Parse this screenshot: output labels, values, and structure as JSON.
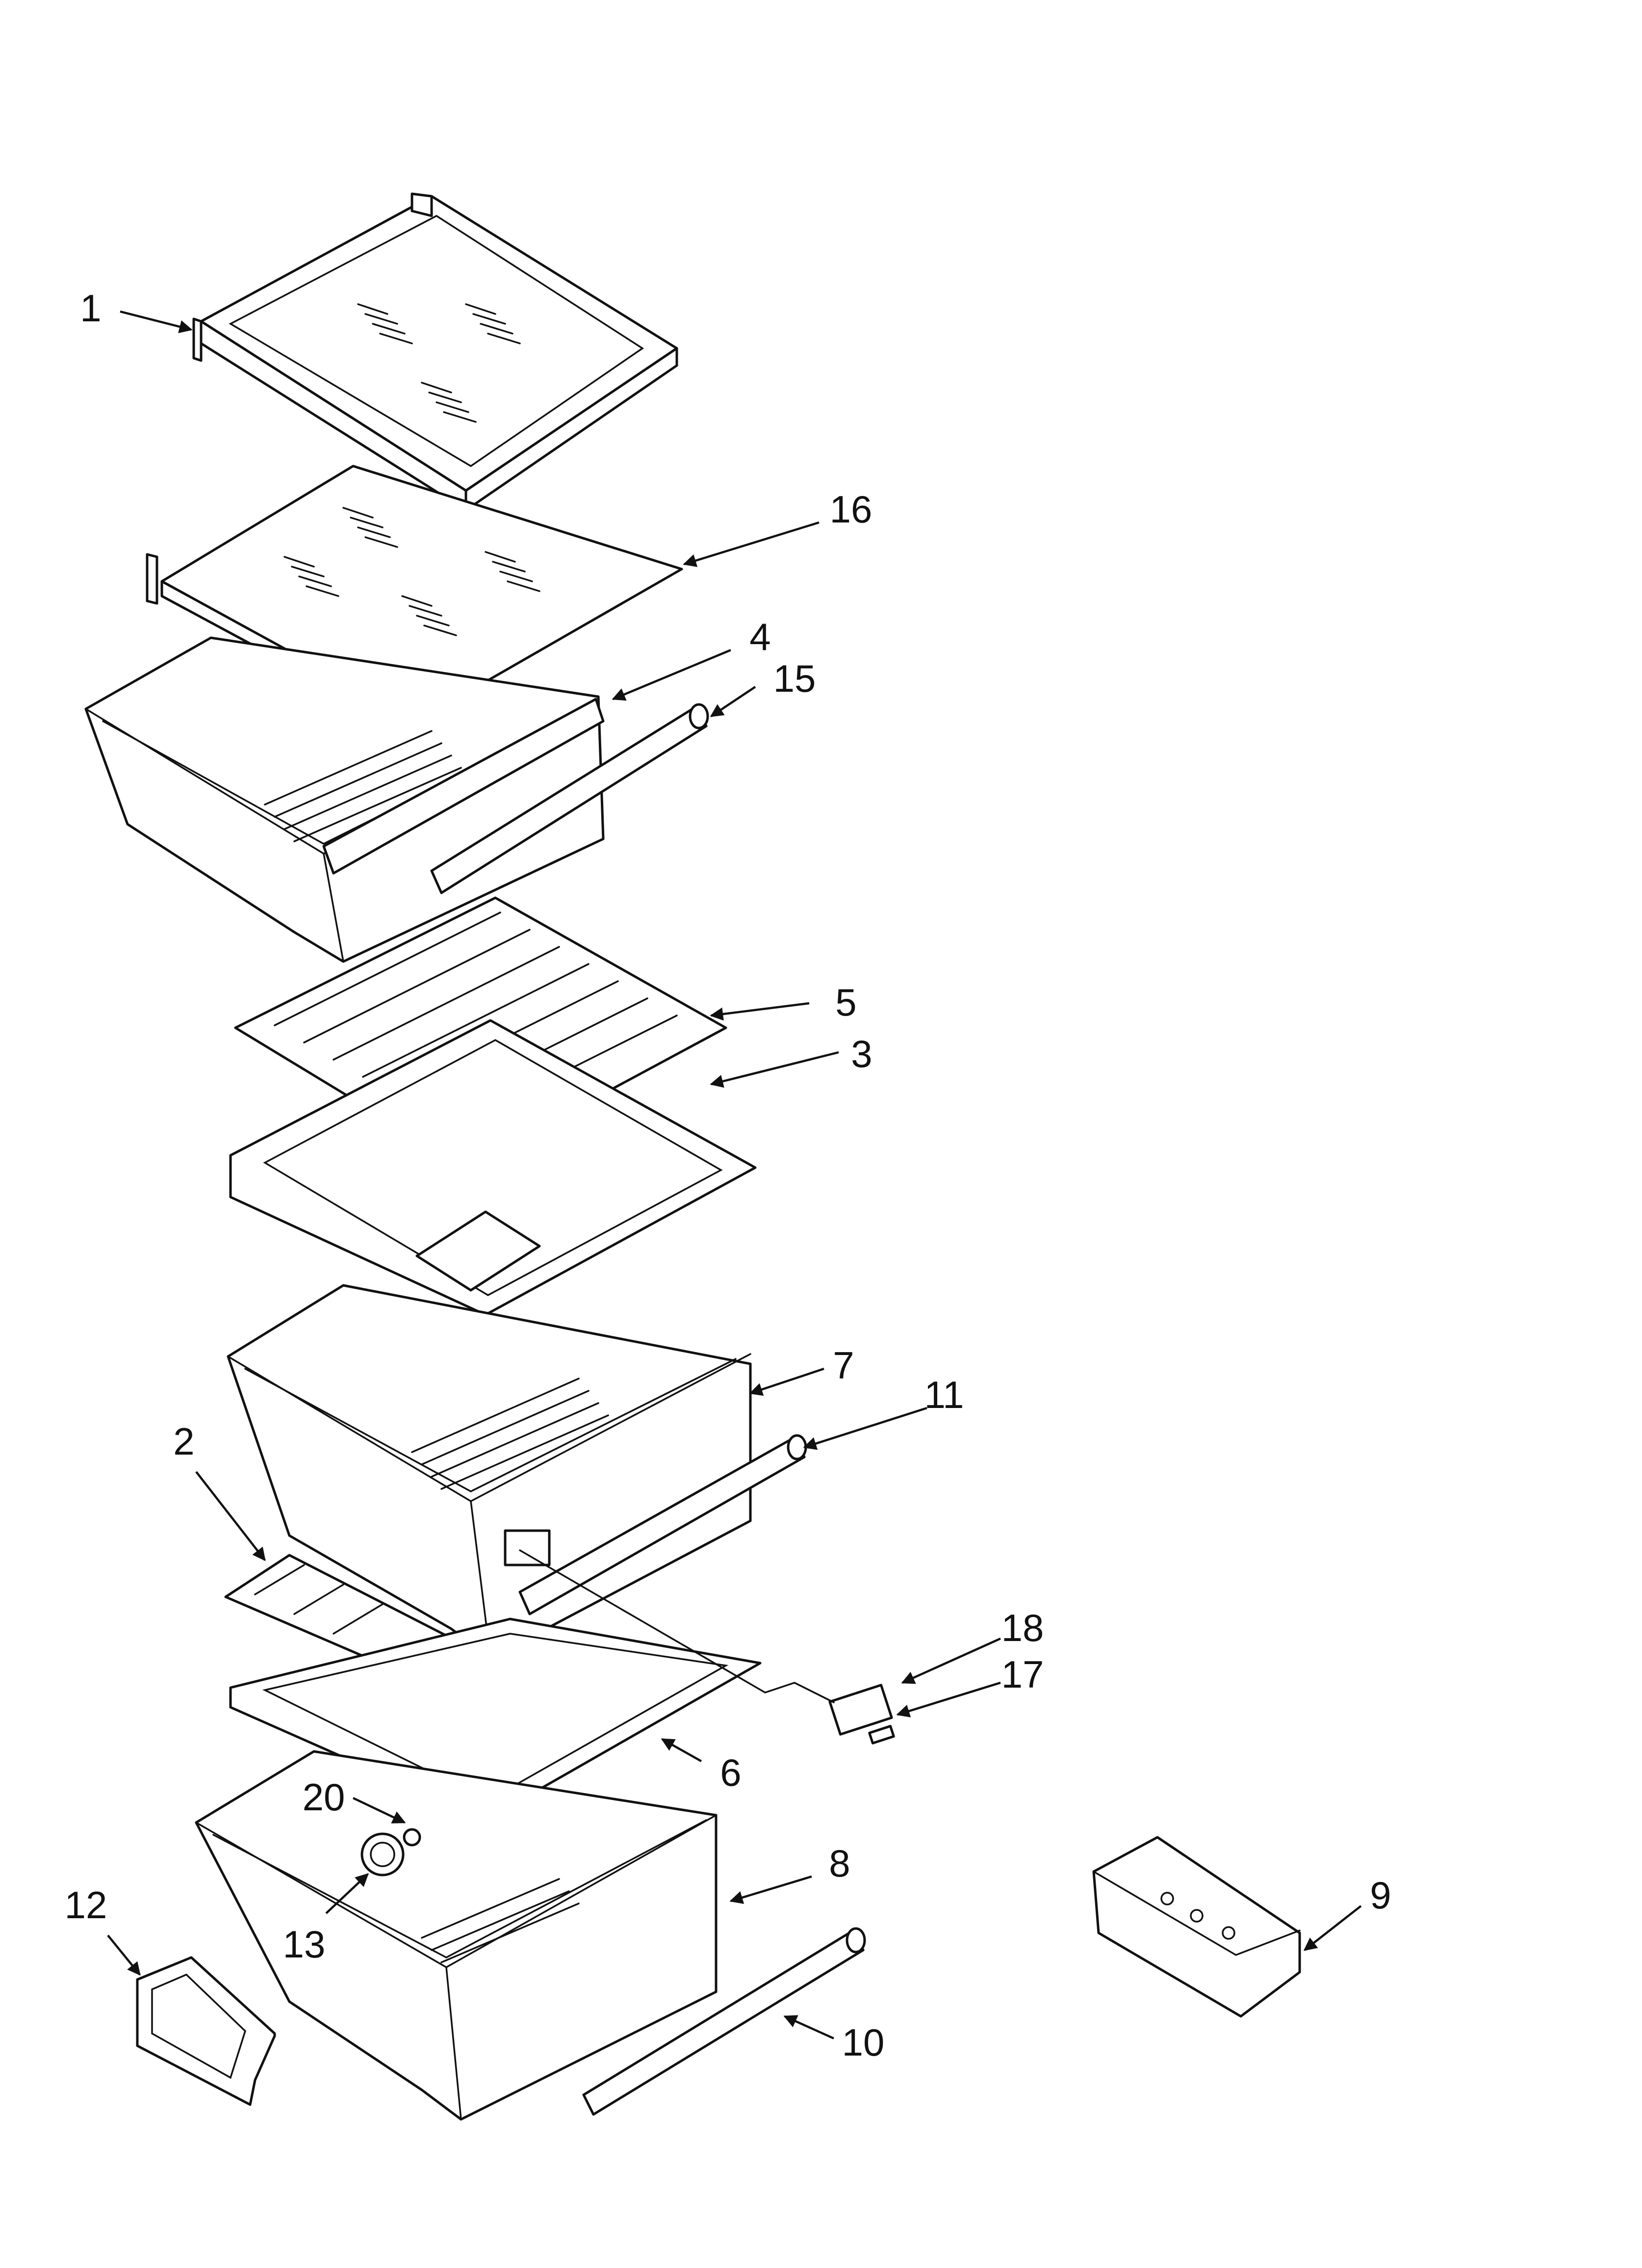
{
  "callouts": {
    "c1": "1",
    "c16": "16",
    "c4": "4",
    "c15": "15",
    "c5": "5",
    "c3": "3",
    "c7": "7",
    "c11": "11",
    "c2": "2",
    "c18": "18",
    "c17": "17",
    "c6": "6",
    "c20": "20",
    "c8": "8",
    "c12": "12",
    "c13": "13",
    "c9": "9",
    "c10": "10"
  }
}
